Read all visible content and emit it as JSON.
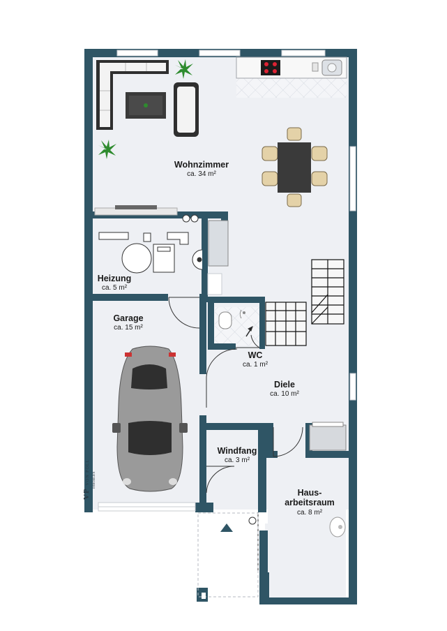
{
  "colors": {
    "wall": "#2f5565",
    "floor": "#eef0f4",
    "furniture_dark": "#3a3a3a",
    "chair": "#e4d2a8",
    "car": "#9a9a9a",
    "plant": "#2e8b2e"
  },
  "rooms": [
    {
      "key": "wohnzimmer",
      "name": "Wohnzimmer",
      "area": "ca. 34 m²"
    },
    {
      "key": "heizung",
      "name": "Heizung",
      "area": "ca. 5 m²"
    },
    {
      "key": "garage",
      "name": "Garage",
      "area": "ca. 15 m²"
    },
    {
      "key": "wc",
      "name": "WC",
      "area": "ca. 1 m²"
    },
    {
      "key": "diele",
      "name": "Diele",
      "area": "ca. 10 m²"
    },
    {
      "key": "windfang",
      "name": "Windfang",
      "area": "ca. 3 m²"
    },
    {
      "key": "hausarbeitsraum",
      "name_line1": "Haus-",
      "name_line2": "arbeitsraum",
      "area": "ca. 8 m²"
    }
  ],
  "logo": {
    "mark": "VP",
    "name": "VON POLL",
    "sub": "IMMOBILIEN"
  }
}
